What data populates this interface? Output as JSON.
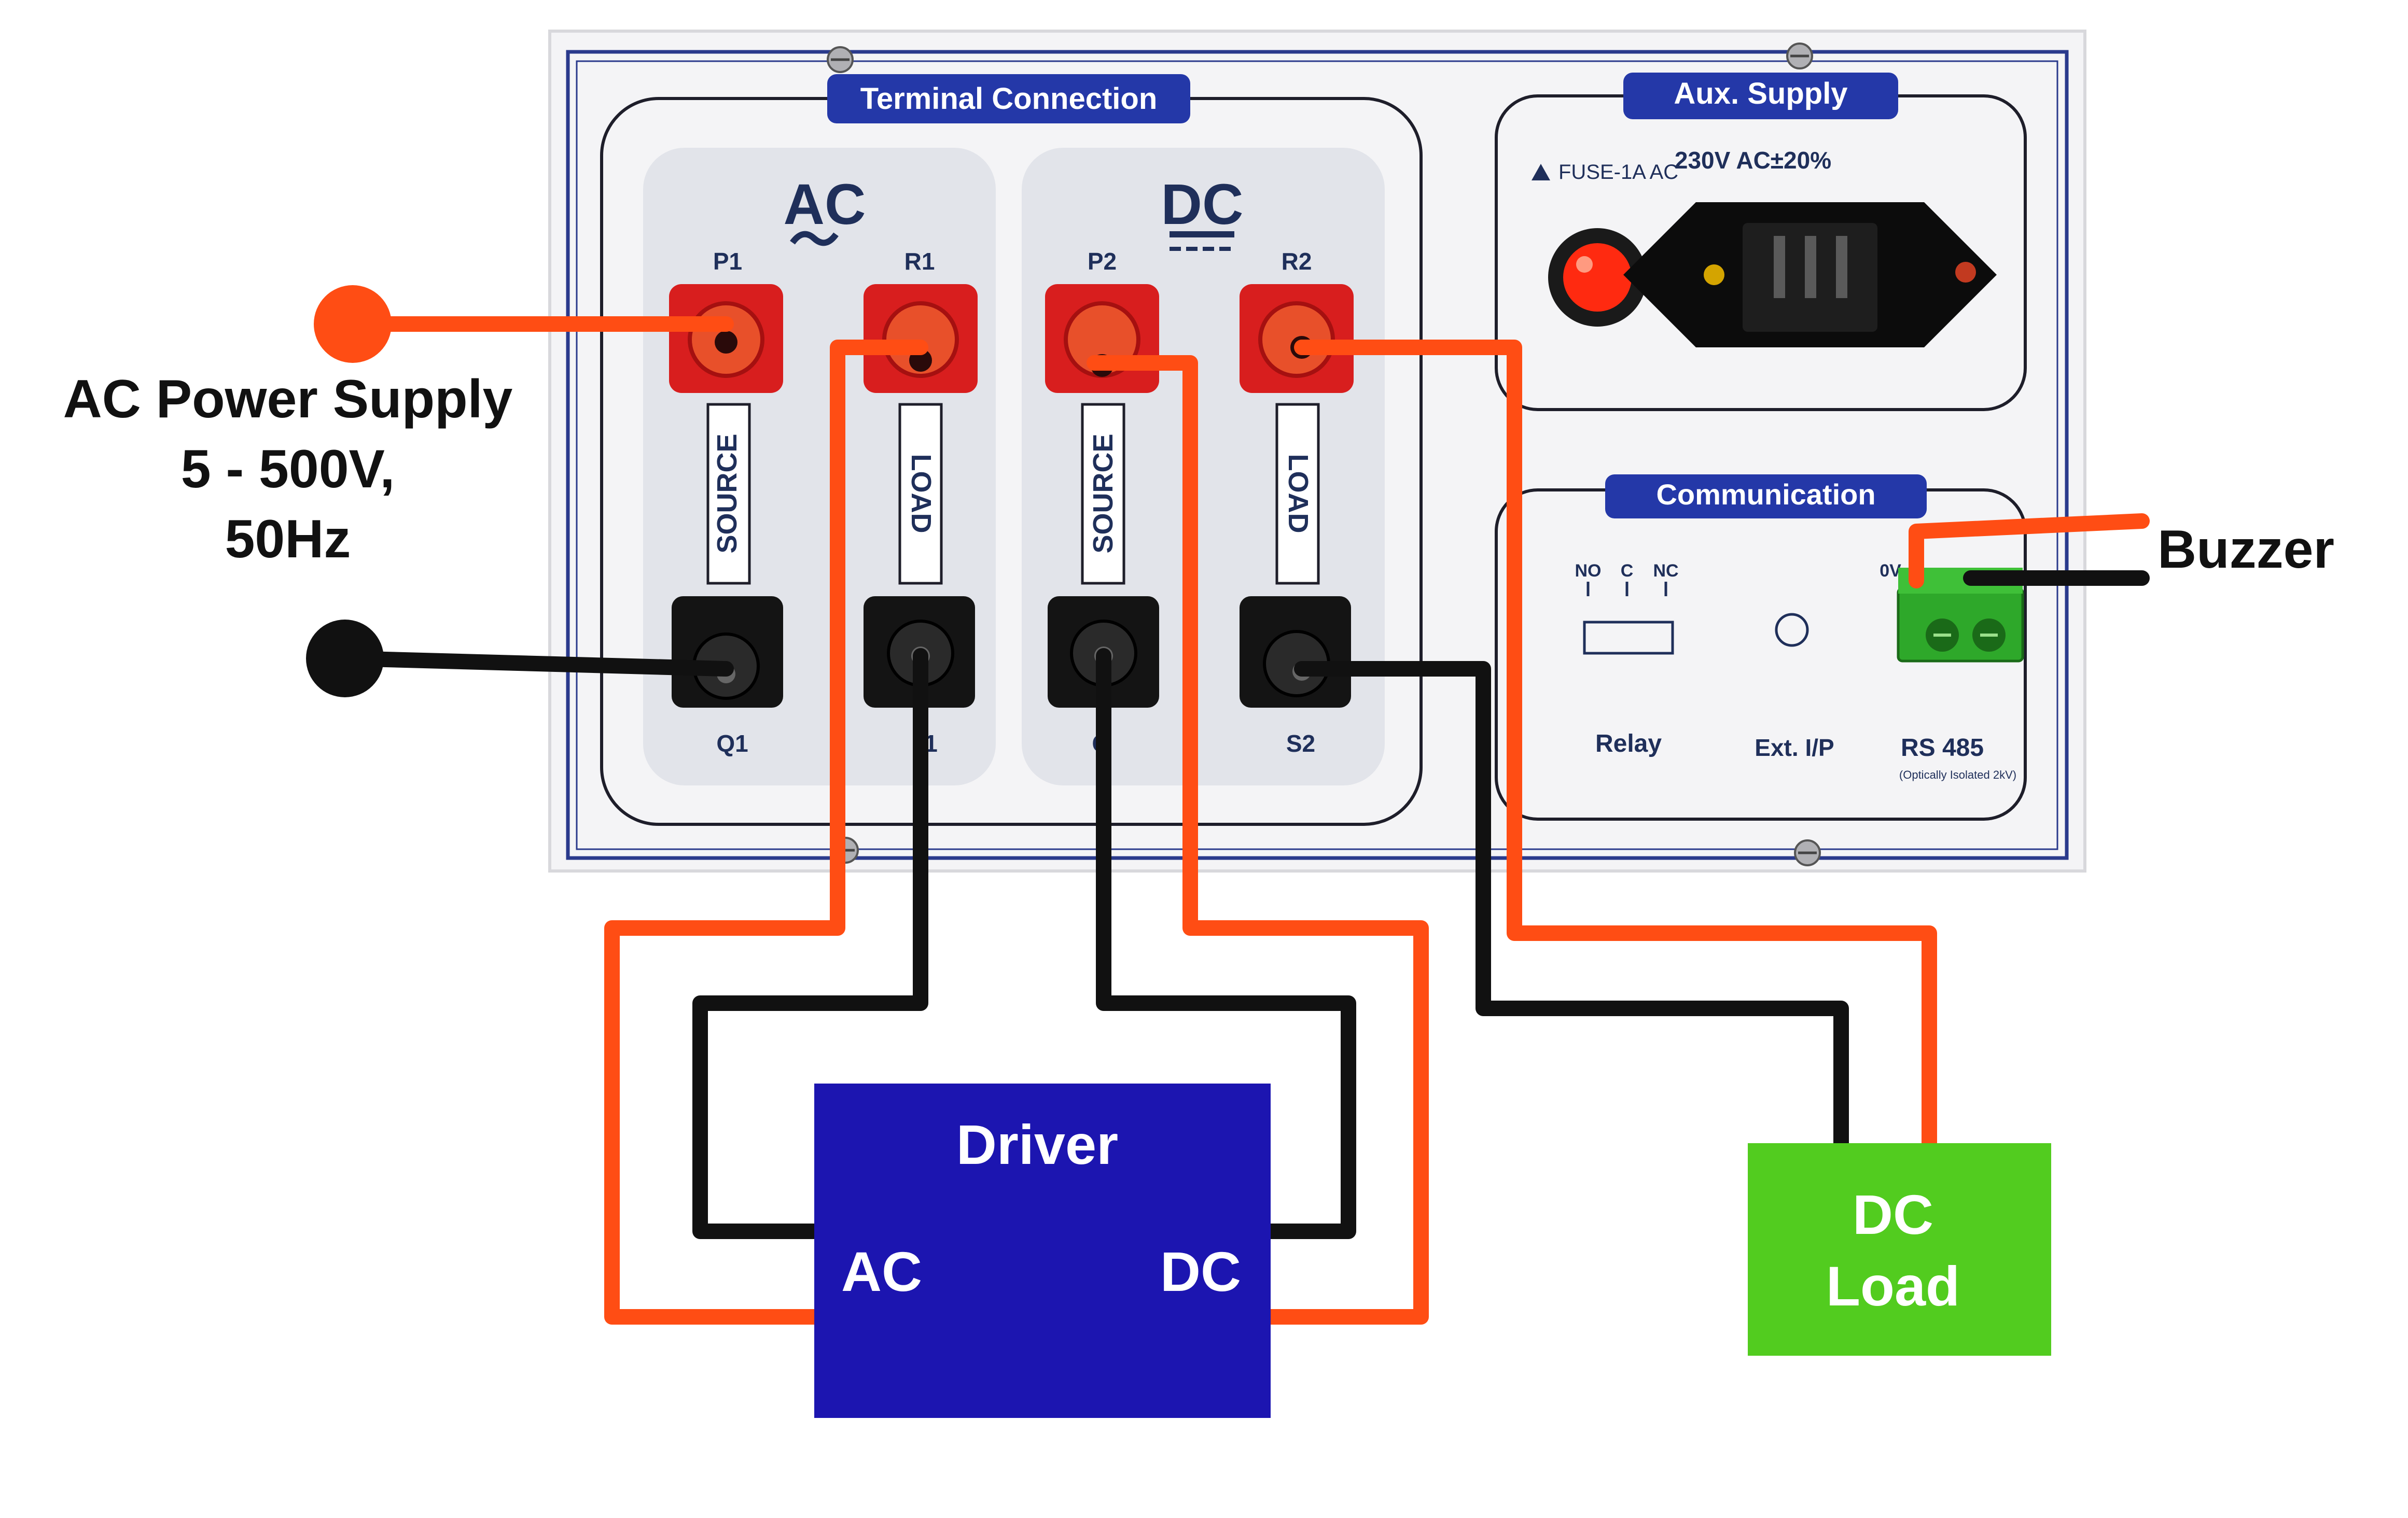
{
  "colors": {
    "live_wire": "#ff4d14",
    "neutral_wire": "#111111",
    "driver_box": "#1c15b0",
    "load_box": "#52cc1f",
    "panel": "#f4f4f6",
    "panel_border": "#2a3a8c",
    "header_badge": "#2438a8",
    "terminal_red": "#d81e1e",
    "terminal_black": "#141414"
  },
  "external": {
    "supply_line1": "AC Power Supply",
    "supply_line2": "5 - 500V,",
    "supply_line3": "50Hz",
    "buzzer": "Buzzer"
  },
  "panel": {
    "terminal_header": "Terminal Connection",
    "aux_header": "Aux. Supply",
    "comm_header": "Communication",
    "ac_symbol": "AC",
    "dc_symbol": "DC",
    "fuse_label": "FUSE-1A AC",
    "supply_rating": "230V AC±20%",
    "terminals_top": [
      "P1",
      "R1",
      "P2",
      "R2"
    ],
    "terminals_bottom": [
      "Q1",
      "1",
      "C",
      "S2"
    ],
    "strip_labels": [
      "SOURCE",
      "LOAD",
      "SOURCE",
      "LOAD"
    ],
    "relay_pins": [
      "NO",
      "C",
      "NC"
    ],
    "relay_label": "Relay",
    "ext_ip_label": "Ext. I/P",
    "rs485_label": "RS 485",
    "rs485_note": "(Optically Isolated 2kV)",
    "rs485_pin_0v": "0V"
  },
  "driver": {
    "title": "Driver",
    "ac_port": "AC",
    "dc_port": "DC"
  },
  "dc_load": {
    "line1": "DC",
    "line2": "Load"
  }
}
